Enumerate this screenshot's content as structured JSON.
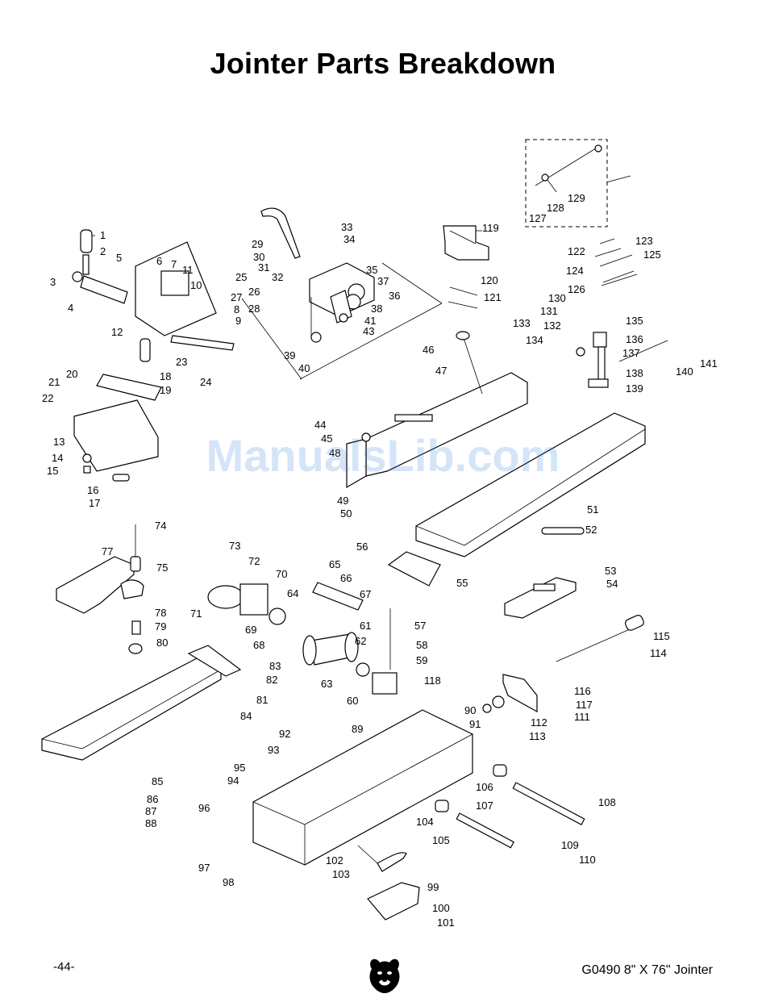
{
  "page": {
    "title": "Jointer Parts Breakdown",
    "watermark": "ManualsLib.com",
    "footer_page_number": "-44-",
    "footer_model": "G0490 8\" X 76\" Jointer",
    "logo_icon": "grizzly-bear-logo-icon"
  },
  "callouts": [
    "1",
    "2",
    "3",
    "4",
    "5",
    "6",
    "7",
    "8",
    "9",
    "10",
    "11",
    "12",
    "13",
    "14",
    "15",
    "16",
    "17",
    "18",
    "19",
    "20",
    "21",
    "22",
    "23",
    "24",
    "25",
    "26",
    "27",
    "28",
    "29",
    "30",
    "31",
    "32",
    "33",
    "34",
    "35",
    "36",
    "37",
    "38",
    "39",
    "40",
    "41",
    "43",
    "44",
    "45",
    "46",
    "47",
    "48",
    "49",
    "50",
    "51",
    "52",
    "53",
    "54",
    "55",
    "56",
    "57",
    "58",
    "59",
    "60",
    "61",
    "62",
    "63",
    "64",
    "65",
    "66",
    "67",
    "68",
    "69",
    "70",
    "71",
    "72",
    "73",
    "74",
    "75",
    "77",
    "78",
    "79",
    "80",
    "81",
    "82",
    "83",
    "84",
    "85",
    "86",
    "87",
    "88",
    "89",
    "90",
    "91",
    "92",
    "93",
    "94",
    "95",
    "96",
    "97",
    "98",
    "99",
    "100",
    "101",
    "102",
    "103",
    "104",
    "105",
    "106",
    "107",
    "108",
    "109",
    "110",
    "111",
    "112",
    "113",
    "114",
    "115",
    "116",
    "117",
    "118",
    "119",
    "120",
    "121",
    "122",
    "123",
    "124",
    "125",
    "126",
    "127",
    "128",
    "129",
    "130",
    "131",
    "132",
    "133",
    "134",
    "135",
    "136",
    "137",
    "138",
    "139",
    "140",
    "141"
  ]
}
